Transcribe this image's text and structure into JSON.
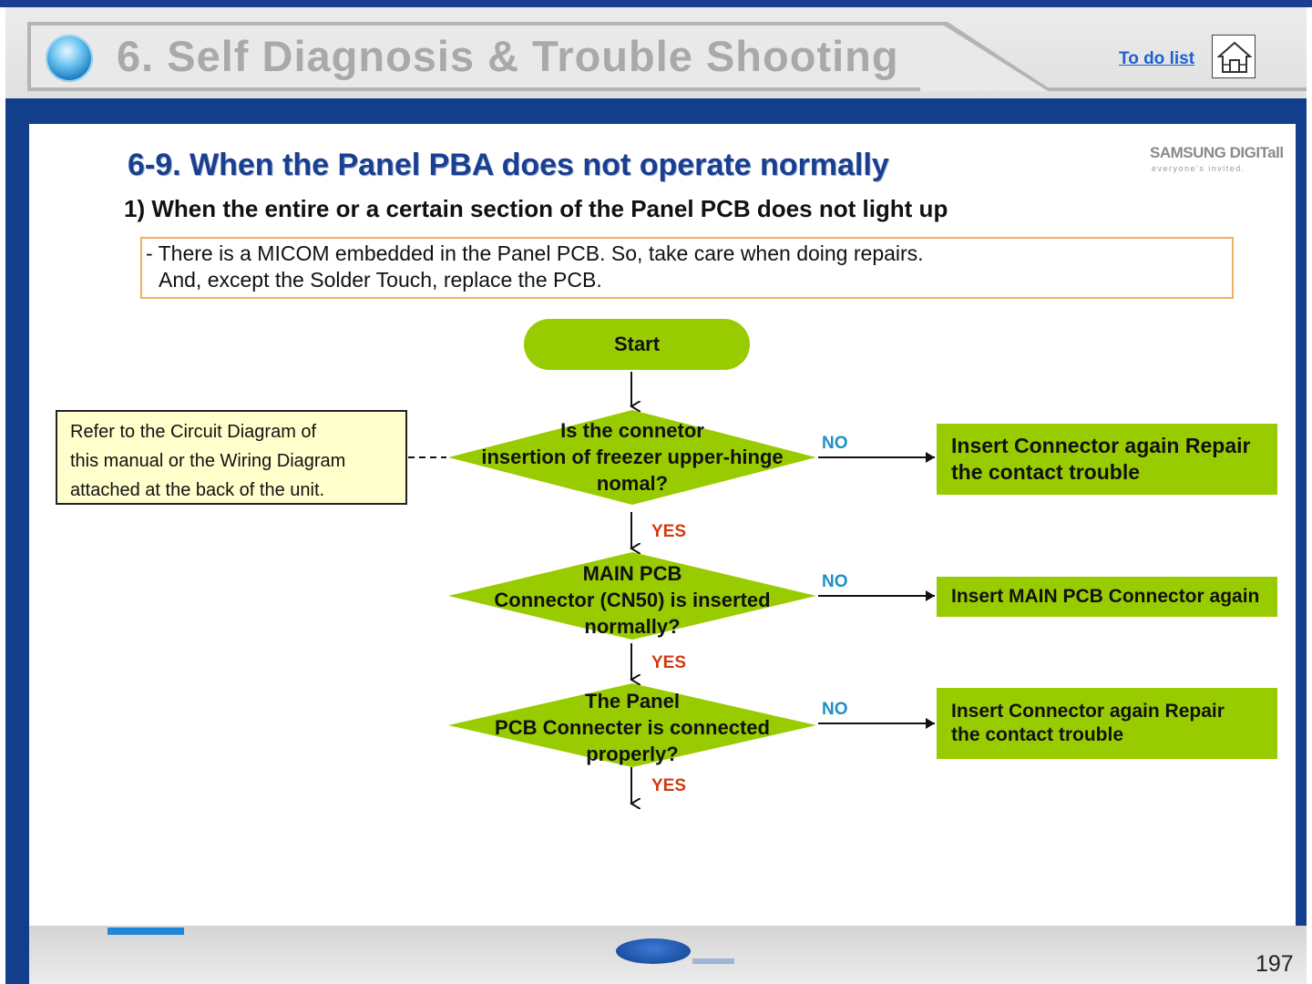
{
  "header": {
    "title": "6. Self Diagnosis & Trouble Shooting",
    "todo_link": "To do list",
    "home_icon": "home-icon",
    "globe_icon": "globe-icon"
  },
  "brand": {
    "logo_text": "SAMSUNG DIGITall",
    "tagline": "everyone's invited."
  },
  "section": {
    "title": "6-9. When the Panel PBA does not operate normally",
    "subtitle": "1) When the entire or a certain section of the Panel PCB does not light up"
  },
  "note": {
    "line1": "- There is a MICOM embedded in the Panel PCB. So, take care when doing repairs.",
    "line2": "And, except the Solder Touch, replace the PCB."
  },
  "flow": {
    "start": "Start",
    "decisions": [
      {
        "lines": [
          "Is the connetor",
          "insertion of freezer upper-hinge",
          "nomal?"
        ]
      },
      {
        "lines": [
          "MAIN PCB",
          "Connector (CN50) is inserted",
          "normally?"
        ]
      },
      {
        "lines": [
          "The Panel",
          "PCB Connecter is connected",
          "properly?"
        ]
      }
    ],
    "actions": [
      {
        "lines": [
          "Insert Connector again Repair",
          "the contact trouble"
        ]
      },
      {
        "lines": [
          "Insert MAIN PCB Connector again"
        ]
      },
      {
        "lines": [
          "Insert Connector again Repair",
          "the contact trouble"
        ]
      }
    ],
    "no_label": "NO",
    "yes_label": "YES"
  },
  "reference": {
    "lines": [
      "Refer to the Circuit Diagram of",
      "this manual or the Wiring Diagram",
      "attached at the back of the unit."
    ]
  },
  "footer": {
    "page_number": "197"
  },
  "colors": {
    "node_green": "#99cc00",
    "title_blue": "#1b3f8f",
    "no_color": "#1f8fc8",
    "yes_color": "#d03a10",
    "note_border": "#f0b060",
    "reference_bg": "#ffffcc"
  }
}
